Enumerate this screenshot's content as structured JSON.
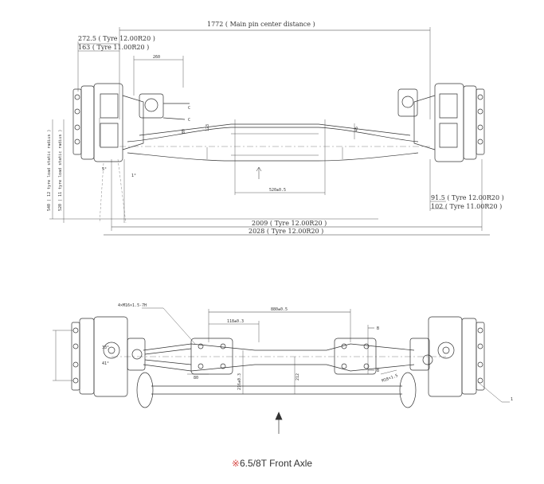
{
  "top_view": {
    "main_pin": "1772 ( Main pin center distance )",
    "tyre_a": "272.5 ( Tyre 12.00R20 )",
    "tyre_b": "163 ( Tyre 11.00R20 )",
    "dim_260": "260",
    "dim_123": "123",
    "dim_45": "45",
    "dim_89": "89",
    "dim_520": "520±0.5",
    "angle_a": "1°",
    "angle_b": "5°",
    "left_a": "540 ( 12 tyre load static radius )",
    "left_b": "520 ( 11 tyre load static radius )",
    "right_a": "91.5 ( Tyre 12.00R20 )",
    "right_b": "102 ( Tyre 11.00R20 )",
    "bottom_a": "2009 ( Tyre 12.00R20 )",
    "bottom_b": "2028 ( Tyre 12.00R20 )",
    "label_c1": "C",
    "label_c2": "C"
  },
  "bottom_view": {
    "bolt_spec": "4×M16×1.5-7H",
    "dim_880": "880±0.5",
    "dim_118": "118±0.3",
    "dim_212": "212",
    "dim_80": "80",
    "dim_216": "216±0.3",
    "angle_33": "33°",
    "angle_41": "41°",
    "bolt_right": "M18×1.5",
    "label_b1": "B",
    "label_b2": "B",
    "callout_1": "1"
  },
  "caption": {
    "mark": "※",
    "title": "6.5/8T Front Axle"
  }
}
